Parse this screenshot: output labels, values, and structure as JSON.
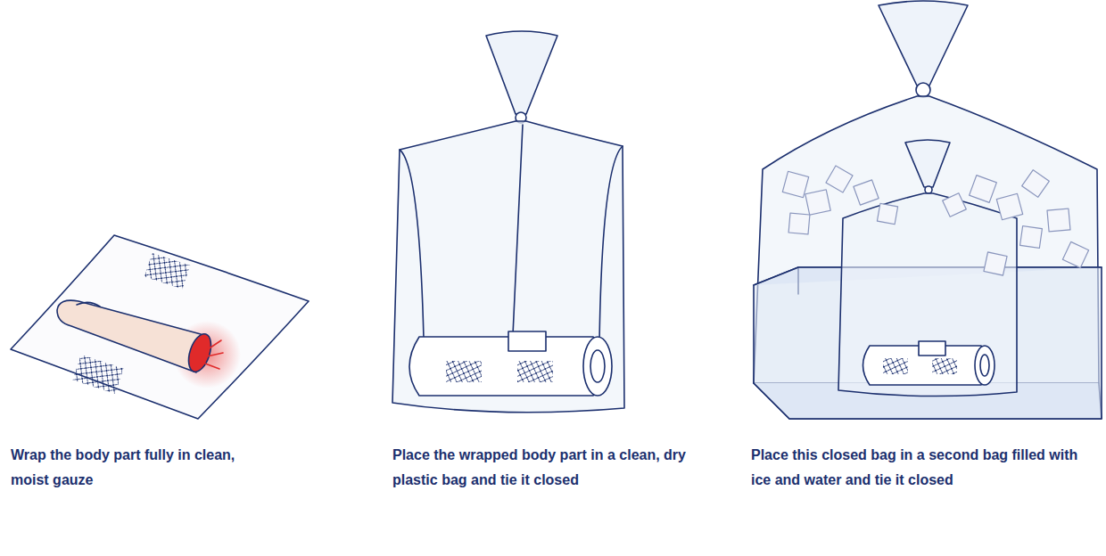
{
  "diagram": {
    "labels": [
      "Wrap the body part fully in clean, moist gauze",
      "Place the wrapped body part in a clean, dry plastic bag and tie it closed",
      "Place this closed bag in a second bag filled with ice and water and tie it closed"
    ]
  }
}
